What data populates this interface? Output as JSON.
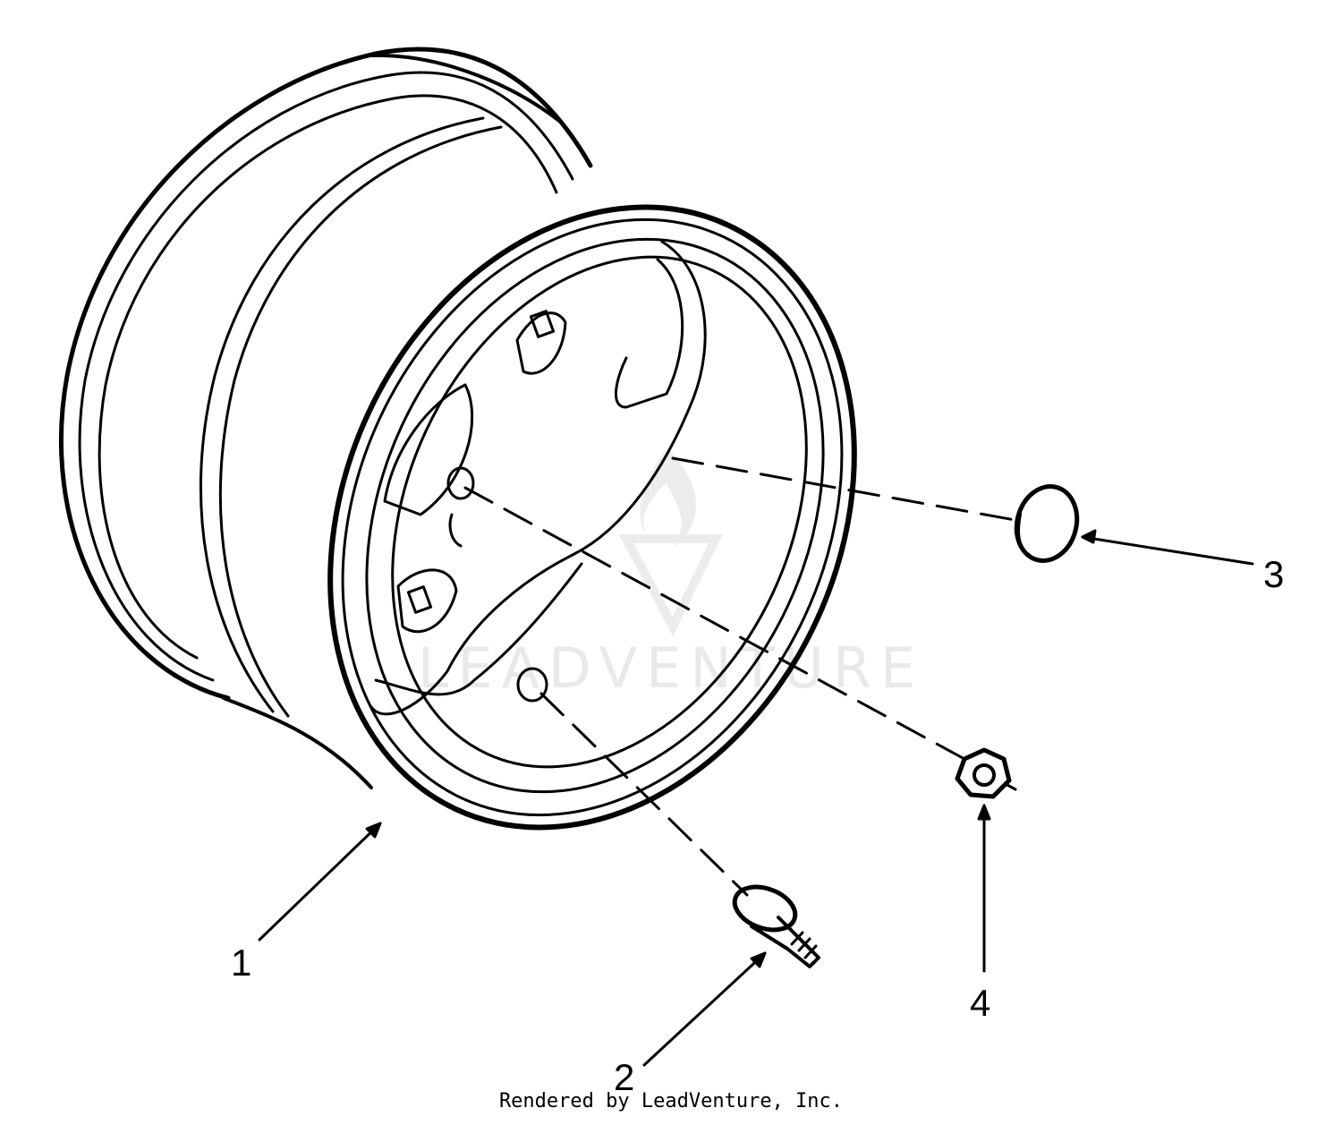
{
  "diagram": {
    "watermark": "LEADVENTURE",
    "callouts": [
      {
        "id": "1",
        "label": "1"
      },
      {
        "id": "2",
        "label": "2"
      },
      {
        "id": "3",
        "label": "3"
      },
      {
        "id": "4",
        "label": "4"
      }
    ]
  },
  "footer": {
    "text": "Rendered by LeadVenture, Inc."
  }
}
